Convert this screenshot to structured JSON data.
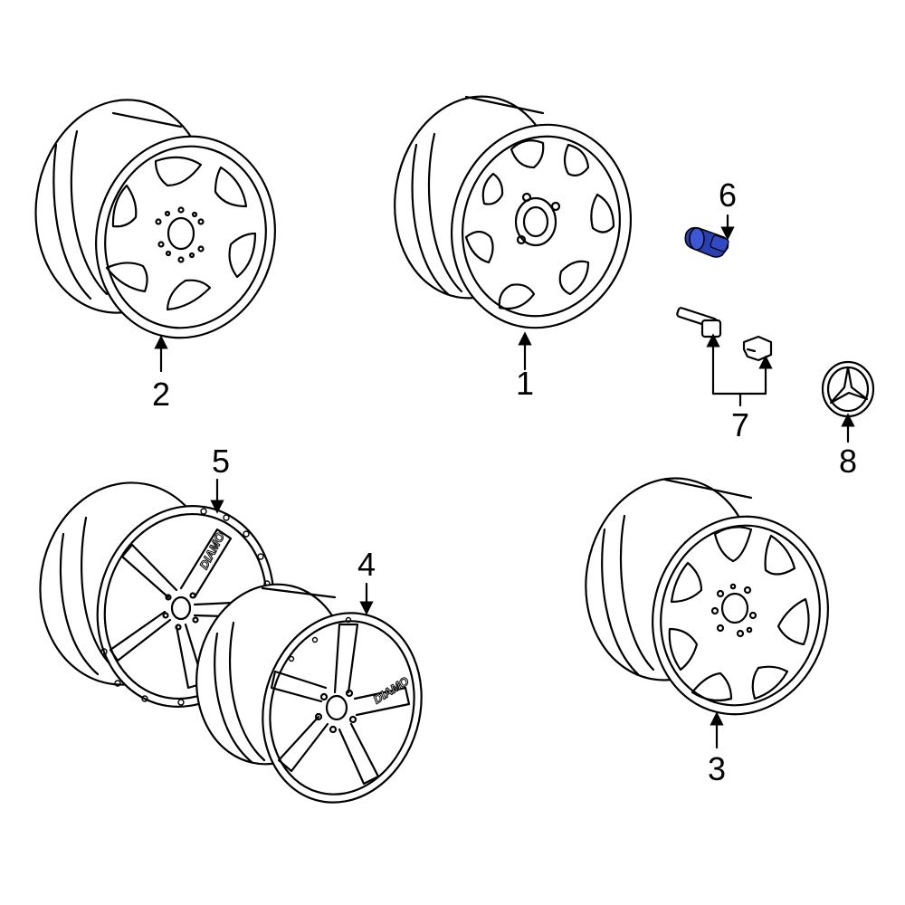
{
  "callouts": {
    "part1": "1",
    "part2": "2",
    "part3": "3",
    "part4": "4",
    "part5": "5",
    "part6": "6",
    "part7": "7",
    "part8": "8"
  },
  "wheel_branding": {
    "part4_text": "DIAMO",
    "part5_text": "DIAMO"
  },
  "colors": {
    "highlight_part": "#2a3fb0",
    "line": "#000000",
    "background": "#ffffff"
  }
}
